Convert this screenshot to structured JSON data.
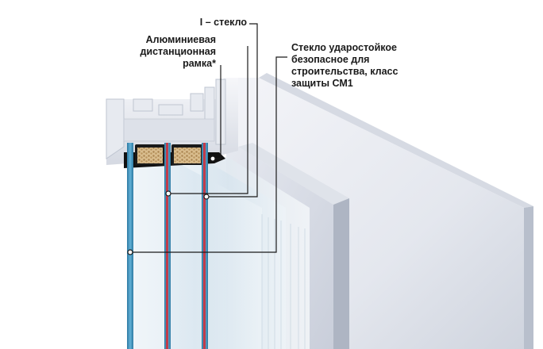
{
  "diagram": {
    "labels": {
      "i_glass": "I – стекло",
      "spacer_frame": "Алюминиевая\nдистанционная\nрамка*",
      "impact_glass": "Стекло ударостойкое\nбезопасное  для\nстроительства, класс\nзащиты СМ1"
    },
    "colors": {
      "frame_light": "#eef0f5",
      "frame_mid": "#d9dde6",
      "frame_dark": "#b9bfcc",
      "glass_edge_blue": "#3f8fb8",
      "glass_edge_red": "#c23b4a",
      "glass_pane": "#dbe8f1",
      "seal_black": "#111111",
      "desiccant": "#d8b98a"
    }
  }
}
